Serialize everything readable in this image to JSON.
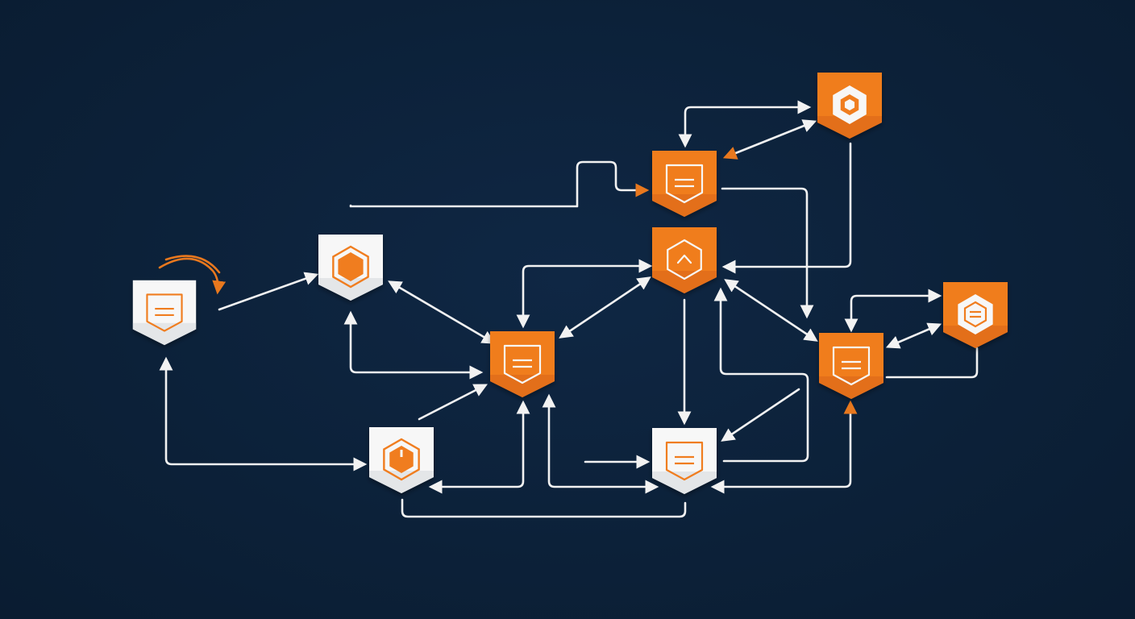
{
  "diagram": {
    "background": "#0c2139",
    "colors": {
      "orange": "#f07d1f",
      "orange_dark": "#d9641a",
      "white": "#f7f7f7",
      "white_shadow": "#d5d8dc",
      "line": "#f2f2f2",
      "accent_line": "#e8781e"
    },
    "nodes": [
      {
        "id": "n-left",
        "variant": "light",
        "icon": "document-icon"
      },
      {
        "id": "n-hex-a",
        "variant": "light",
        "icon": "hexagon-icon"
      },
      {
        "id": "n-center",
        "variant": "orange",
        "icon": "document-icon"
      },
      {
        "id": "n-bottom-left",
        "variant": "light",
        "icon": "hexagon-icon"
      },
      {
        "id": "n-top-doc",
        "variant": "orange",
        "icon": "document-icon"
      },
      {
        "id": "n-top-right",
        "variant": "orange",
        "icon": "nut-icon"
      },
      {
        "id": "n-caret",
        "variant": "orange",
        "icon": "caret-up-icon"
      },
      {
        "id": "n-bottom-mid",
        "variant": "light",
        "icon": "document-icon"
      },
      {
        "id": "n-right-doc",
        "variant": "orange",
        "icon": "document-icon"
      },
      {
        "id": "n-far-right",
        "variant": "orange",
        "icon": "hexagon-doc-icon"
      }
    ]
  }
}
